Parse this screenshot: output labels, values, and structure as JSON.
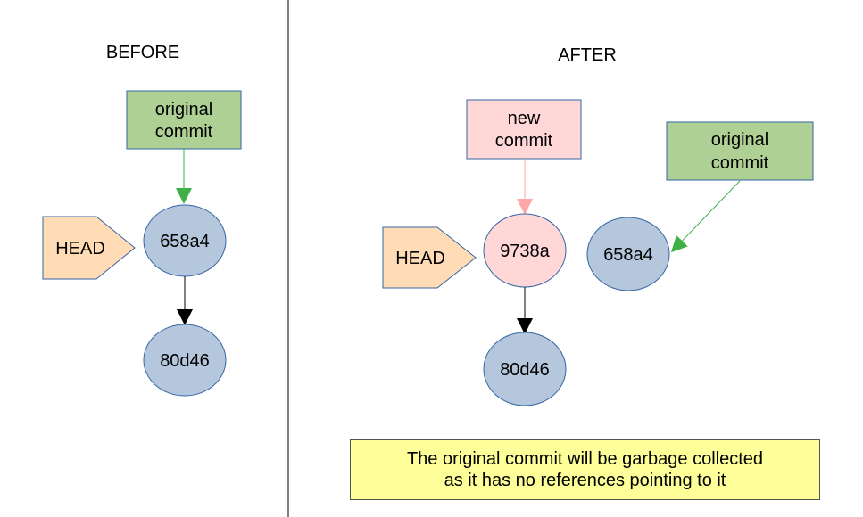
{
  "before": {
    "title": "BEFORE",
    "label_box": [
      "original",
      "commit"
    ],
    "head": "HEAD",
    "commit_top": "658a4",
    "commit_bottom": "80d46"
  },
  "after": {
    "title": "AFTER",
    "new_box": [
      "new",
      "commit"
    ],
    "orig_box": [
      "original",
      "commit"
    ],
    "head": "HEAD",
    "new_commit": "9738a",
    "orphan_commit": "658a4",
    "commit_bottom": "80d46",
    "note": [
      "The original commit will be garbage collected",
      "as it has no references pointing to it"
    ]
  },
  "colors": {
    "commit_blue": "#b4c7dc",
    "new_pink": "#ffd7d7",
    "green_box": "#afd095",
    "head_orange": "#ffdbb6",
    "note_yellow": "#ffff99",
    "green_arrow": "#3faf46",
    "pink_arrow": "#ffa6a6"
  }
}
